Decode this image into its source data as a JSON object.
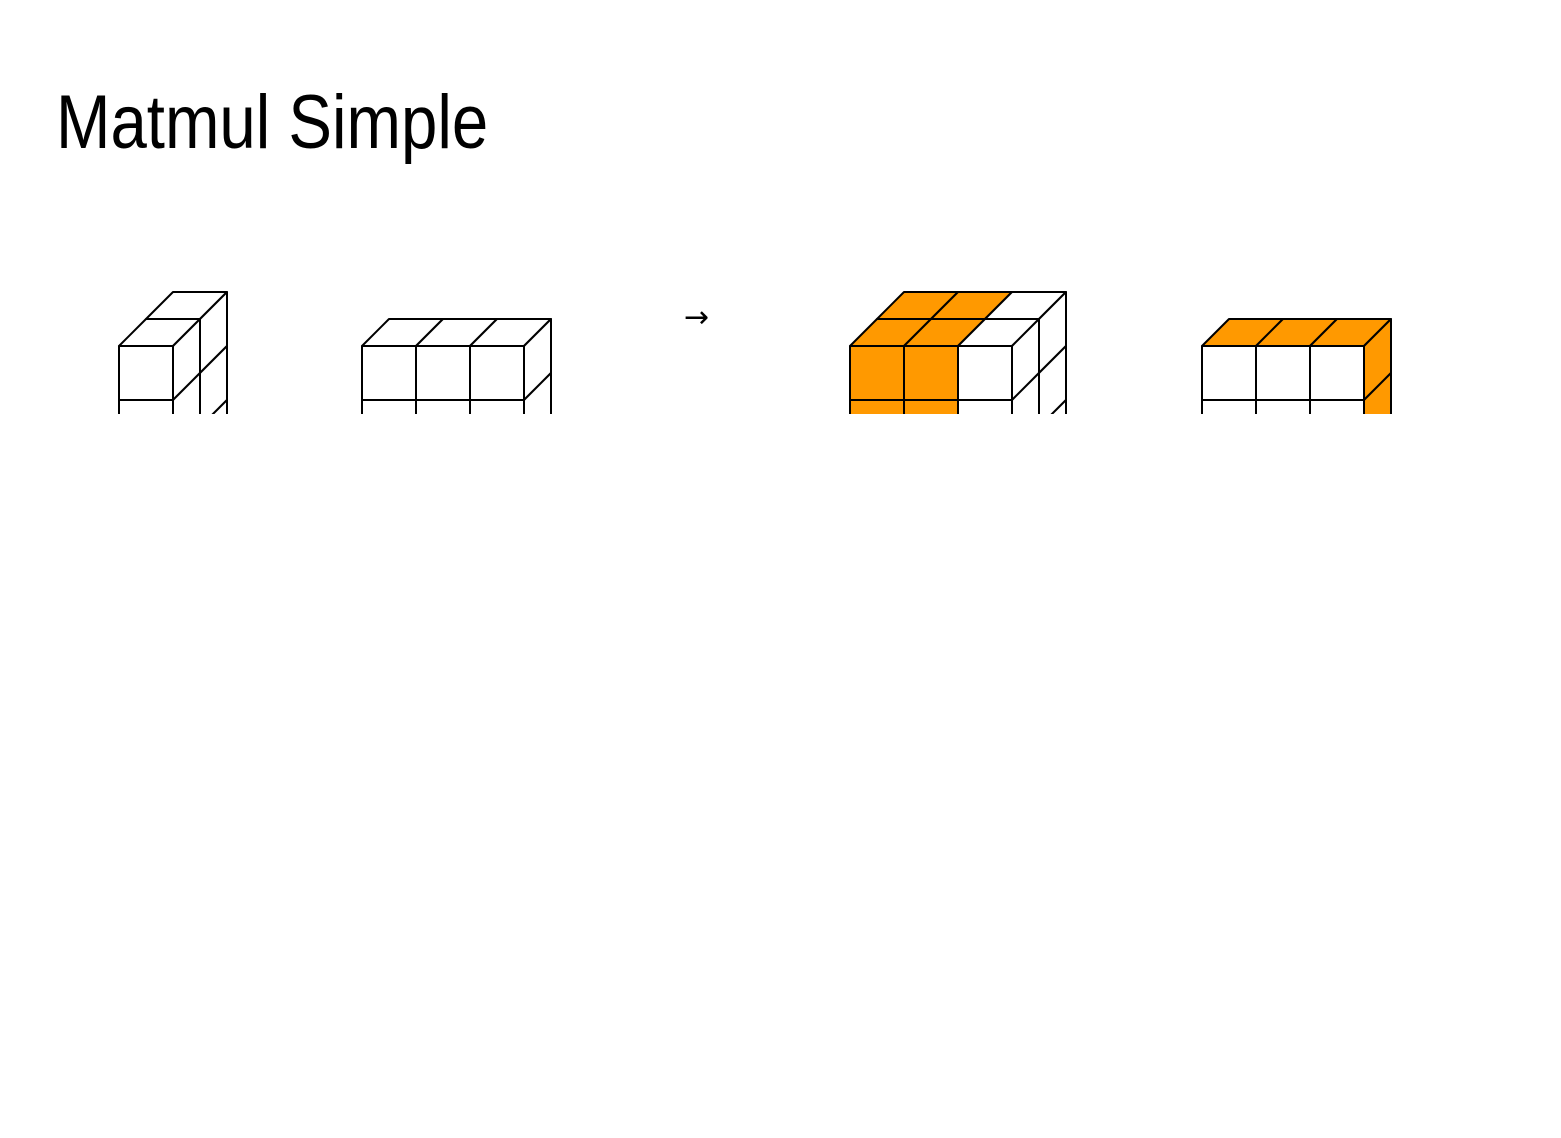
{
  "slide": {
    "title": "Matmul Simple",
    "arrow": "→"
  },
  "colors": {
    "highlight": "#FF9900",
    "stroke": "#000000",
    "empty": "#FFFFFF"
  },
  "tensors": [
    {
      "name": "tensor-a",
      "cols": 1,
      "depth": 2,
      "top_front_highlight": [],
      "top_back_highlight": [],
      "front_highlight": [],
      "side_highlight": false
    },
    {
      "name": "tensor-b",
      "cols": 3,
      "depth": 1,
      "top_front_highlight": [],
      "top_back_highlight": [],
      "front_highlight": [],
      "side_highlight": false
    },
    {
      "name": "tensor-c",
      "cols": 3,
      "depth": 2,
      "top_front_highlight": [
        0,
        1
      ],
      "top_back_highlight": [
        0,
        1
      ],
      "front_highlight": [
        0,
        1
      ],
      "side_highlight": false
    },
    {
      "name": "tensor-d",
      "cols": 3,
      "depth": 1,
      "top_front_highlight": [
        0,
        1,
        2
      ],
      "top_back_highlight": [],
      "front_highlight": [],
      "side_highlight": true
    }
  ]
}
